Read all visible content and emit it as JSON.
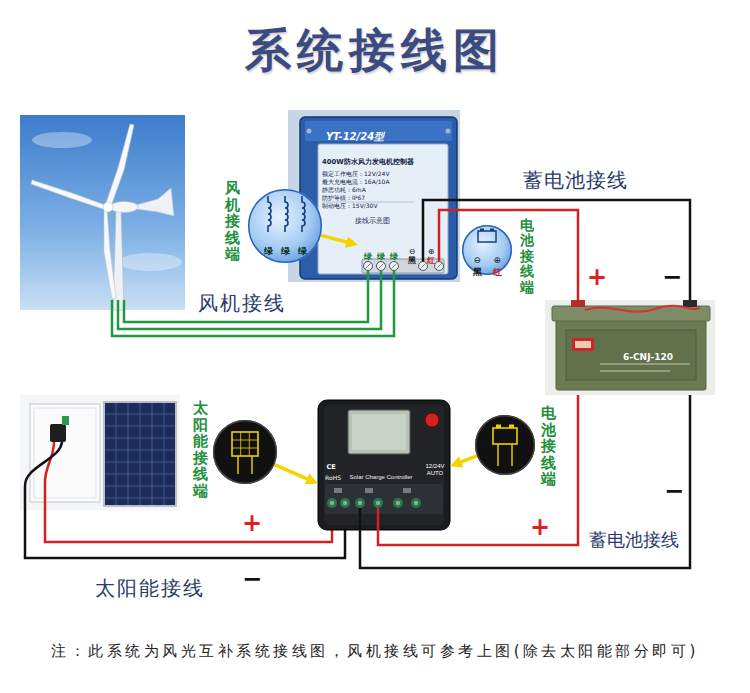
{
  "diagram": {
    "title": "系统接线图",
    "nodes": [
      {
        "text": [
          "风机接线端",
          "绿",
          "绿",
          "绿"
        ]
      },
      {
        "text": [
          "YT-12/24型",
          "400W防水风力发电机控制器",
          "额定工作电压：12V/24V",
          "最大充电电流：16A/10A",
          "静态功耗：6mA",
          "防护等级：IP67",
          "制动电压：15V/30V",
          "接线示意图"
        ]
      },
      {
        "text": [
          "绿",
          "绿",
          "绿",
          "⊖",
          "⊕",
          "黑",
          "红"
        ],
        "in": 1
      },
      {
        "text": [
          "电池接线端",
          "⊖",
          "⊕",
          "黑",
          "红"
        ]
      },
      {
        "text": [
          "6-CNJ-120"
        ]
      },
      {
        "text": [
          "太阳能接线端"
        ]
      },
      {
        "text": [
          "CE",
          "RoHS",
          "Solar Charge Controller",
          "12/24V AUTO"
        ]
      },
      {
        "text": [
          "电池接线端"
        ]
      }
    ],
    "edges": [
      {
        "from": 0,
        "to": 2,
        "arrow": "to"
      },
      {
        "from": 1,
        "to": 4,
        "arrow": "none",
        "label": "蓄电池接线"
      },
      {
        "from": 1,
        "to": 4,
        "arrow": "none"
      },
      {
        "from": 5,
        "to": 6,
        "arrow": "to"
      },
      {
        "from": 7,
        "to": 6,
        "arrow": "to"
      },
      {
        "from": 6,
        "to": 4,
        "arrow": "none",
        "label": "蓄电池接线"
      },
      {
        "from": 6,
        "to": 4,
        "arrow": "none"
      }
    ],
    "labels": [
      "+",
      "−",
      "风机接线",
      "−",
      "+",
      "+",
      "−",
      "太阳能接线",
      "注：此系统为风光互补系统接线图，风机接线可参考上图(除去太阳能部分即可)"
    ]
  }
}
